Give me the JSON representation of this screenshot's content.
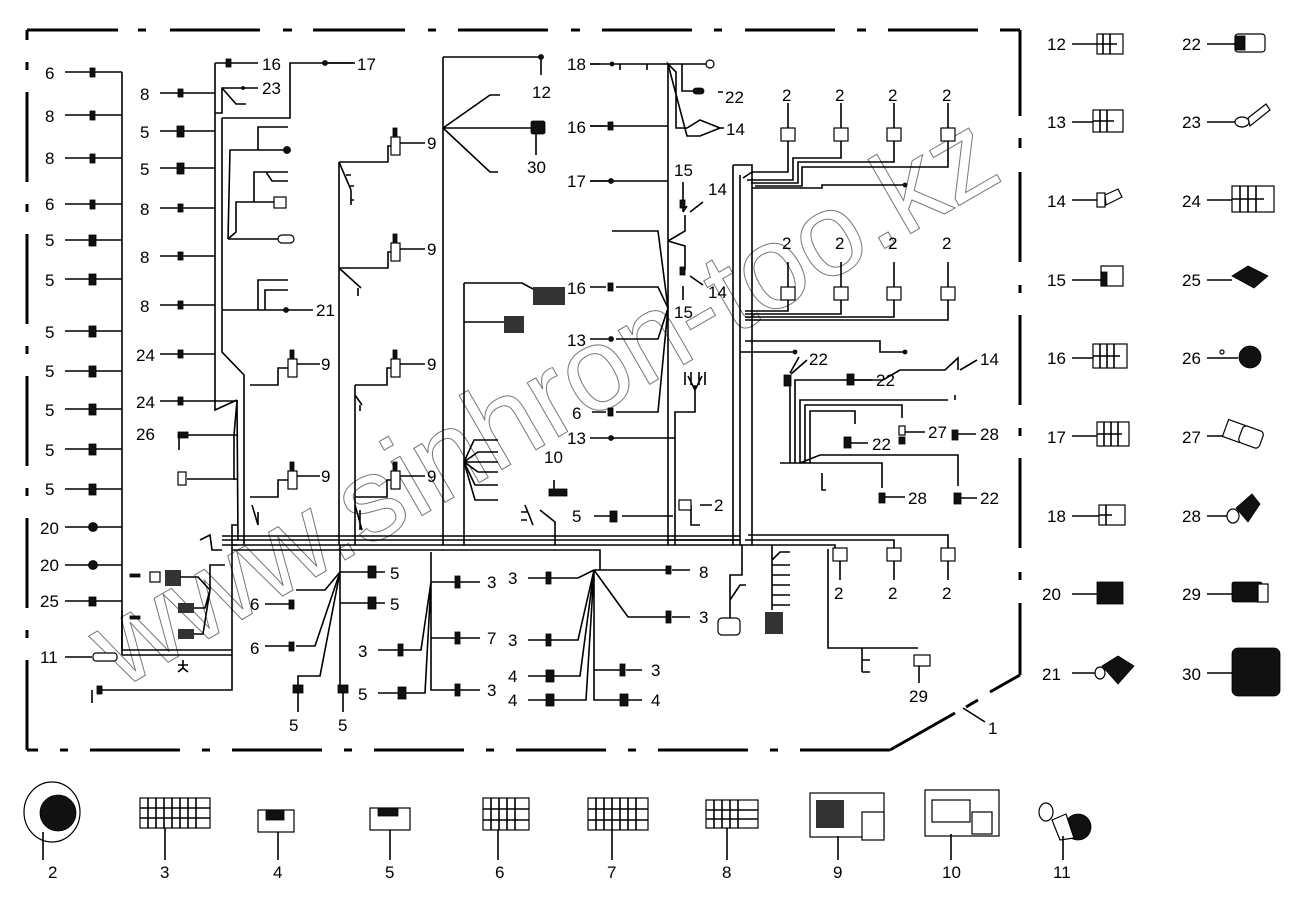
{
  "diagram": {
    "title": "Wiring harness assembly",
    "frame_callout": "1",
    "watermark": "www.sinhron-too.kz",
    "harness_callouts": {
      "left_column": [
        "6",
        "8",
        "8",
        "6",
        "5",
        "5",
        "5",
        "5",
        "5",
        "5",
        "5",
        "20",
        "20",
        "25",
        "11"
      ],
      "second_column": [
        "8",
        "5",
        "5",
        "8",
        "8",
        "8",
        "24",
        "24",
        "26"
      ],
      "top_left": [
        "16",
        "23",
        "17",
        "21"
      ],
      "relay_9": [
        "9",
        "9",
        "9",
        "9",
        "9",
        "9"
      ],
      "top_center": [
        "12",
        "30",
        "18",
        "22",
        "16",
        "14",
        "17",
        "15",
        "14",
        "14",
        "15",
        "16",
        "13",
        "6",
        "13",
        "10",
        "5",
        "2"
      ],
      "right_2_top_row": [
        "2",
        "2",
        "2",
        "2"
      ],
      "right_2_mid_row": [
        "2",
        "2",
        "2",
        "2"
      ],
      "right_cluster": [
        "22",
        "22",
        "14",
        "22",
        "27",
        "28",
        "28",
        "22"
      ],
      "bottom_2_row": [
        "2",
        "2",
        "2"
      ],
      "bottom_29": "29",
      "bottom_left_fan": [
        "5",
        "6",
        "5",
        "6",
        "5",
        "5"
      ],
      "bottom_mid_fan": [
        "3",
        "7",
        "3",
        "3",
        "5"
      ],
      "bottom_right_fan": [
        "3",
        "8",
        "3",
        "3",
        "4",
        "3",
        "4",
        "4"
      ]
    },
    "legend_right": [
      {
        "num": "12",
        "icon": "connector-6pin"
      },
      {
        "num": "22",
        "icon": "connector-2pin-latch"
      },
      {
        "num": "13",
        "icon": "connector-9pin"
      },
      {
        "num": "23",
        "icon": "ring-terminal"
      },
      {
        "num": "14",
        "icon": "bullet-terminal"
      },
      {
        "num": "24",
        "icon": "connector-12pin"
      },
      {
        "num": "15",
        "icon": "connector-2pin"
      },
      {
        "num": "25",
        "icon": "connector-4pin"
      },
      {
        "num": "16",
        "icon": "connector-12pin"
      },
      {
        "num": "26",
        "icon": "sensor-cap"
      },
      {
        "num": "17",
        "icon": "connector-9pin"
      },
      {
        "num": "27",
        "icon": "inline-connector"
      },
      {
        "num": "18",
        "icon": "connector-4pin"
      },
      {
        "num": "28",
        "icon": "sealed-connector-2pin"
      },
      {
        "num": "20",
        "icon": "connector-6pin"
      },
      {
        "num": "29",
        "icon": "connector-3pin-latch"
      },
      {
        "num": "21",
        "icon": "sealed-connector-3pin"
      },
      {
        "num": "30",
        "icon": "large-sealed-connector"
      }
    ],
    "legend_bottom": [
      {
        "num": "2",
        "icon": "circular-connector"
      },
      {
        "num": "3",
        "icon": "connector-24pin"
      },
      {
        "num": "4",
        "icon": "connector-4pin"
      },
      {
        "num": "5",
        "icon": "connector-6pin"
      },
      {
        "num": "6",
        "icon": "connector-16pin"
      },
      {
        "num": "7",
        "icon": "connector-20pin"
      },
      {
        "num": "8",
        "icon": "connector-14pin"
      },
      {
        "num": "9",
        "icon": "ecu-connector"
      },
      {
        "num": "10",
        "icon": "ecu-connector-small"
      },
      {
        "num": "11",
        "icon": "diagnostic-plug-with-cap"
      }
    ]
  }
}
